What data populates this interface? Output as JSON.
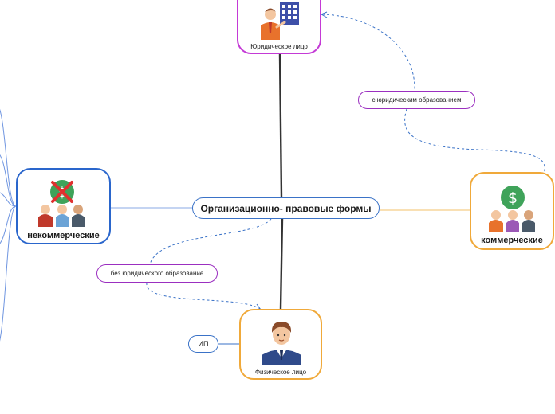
{
  "map": {
    "center": {
      "label": "Организационно- правовые формы"
    },
    "legal_entity": {
      "label": "Юридическое лицо",
      "icon": "businessman-building-icon"
    },
    "physical_person": {
      "label": "Физическое лицо",
      "icon": "man-in-suit-icon"
    },
    "non_commercial": {
      "label": "некоммерческие",
      "icon": "people-no-money-icon"
    },
    "commercial": {
      "label": "коммерческие",
      "icon": "people-money-icon"
    },
    "with_legal_formation": {
      "label": "с юридическим образованием"
    },
    "without_legal_formation": {
      "label": "без юридического образование"
    },
    "ip": {
      "label": "ИП"
    }
  },
  "colors": {
    "blue": "#3a72c7",
    "purple": "#9b2fc0",
    "magenta": "#c43ad6",
    "orange": "#f0a93a",
    "trunk": "#333333"
  }
}
